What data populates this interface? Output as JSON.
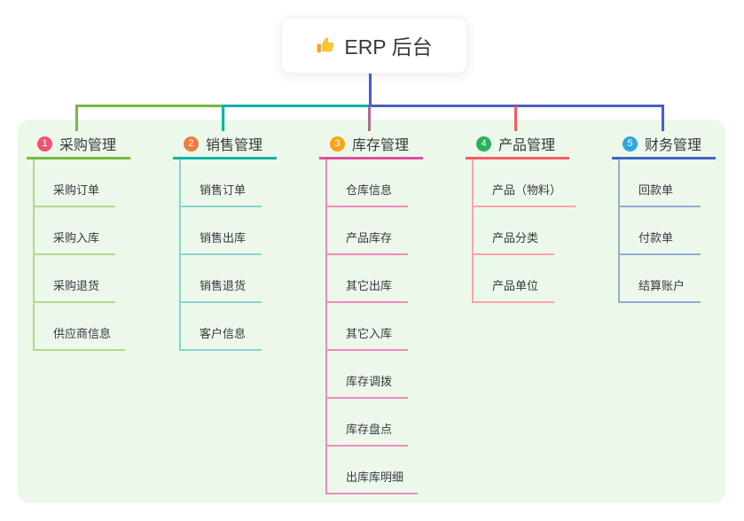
{
  "root": {
    "title": "ERP 后台",
    "icon": "thumbs-up-icon"
  },
  "colors": {
    "page_bg": "#ffffff",
    "panel_bg": "#ecf8e9",
    "trunk": "#4a5ec3",
    "text": "#36393f"
  },
  "branches": [
    {
      "num": "1",
      "title": "采购管理",
      "badge_color": "#f4536e",
      "line_color": "#7cb83e",
      "sub_line_color": "#b3d98c",
      "items": [
        "采购订单",
        "采购入库",
        "采购退货",
        "供应商信息"
      ]
    },
    {
      "num": "2",
      "title": "销售管理",
      "badge_color": "#f27b3d",
      "line_color": "#14b3a6",
      "sub_line_color": "#86d6cb",
      "items": [
        "销售订单",
        "销售出库",
        "销售退货",
        "客户信息"
      ]
    },
    {
      "num": "3",
      "title": "库存管理",
      "badge_color": "#f7a416",
      "line_color": "#df4f9d",
      "sub_line_color": "#ee8abe",
      "items": [
        "仓库信息",
        "产品库存",
        "其它出库",
        "其它入库",
        "库存调拨",
        "库存盘点",
        "出库库明细"
      ]
    },
    {
      "num": "4",
      "title": "产品管理",
      "badge_color": "#27b259",
      "line_color": "#f75c64",
      "sub_line_color": "#fba3a7",
      "items": [
        "产品（物料）",
        "产品分类",
        "产品单位"
      ]
    },
    {
      "num": "5",
      "title": "财务管理",
      "badge_color": "#2aa7e0",
      "line_color": "#4165c5",
      "sub_line_color": "#93abdc",
      "items": [
        "回款单",
        "付款单",
        "结算账户"
      ]
    }
  ]
}
